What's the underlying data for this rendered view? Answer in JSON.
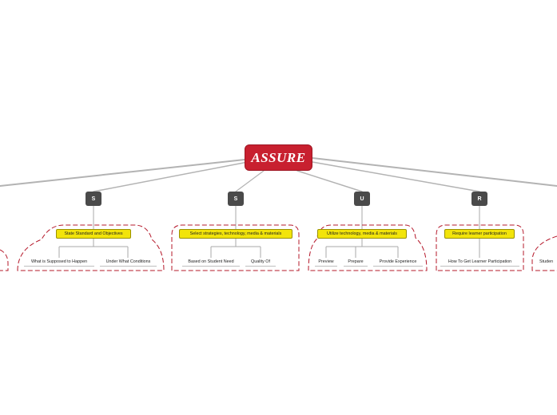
{
  "root": {
    "label": "ASSURE"
  },
  "branches": [
    {
      "letter": "S",
      "topic": "State Standard and Objectives",
      "leaves": [
        "What is Supposed to Happen",
        "Under What Conditions"
      ]
    },
    {
      "letter": "S",
      "topic": "Select strategies, technology, media & materials",
      "leaves": [
        "Based on Student Need",
        "Quality Of"
      ]
    },
    {
      "letter": "U",
      "topic": "Utilize technology, media & materials",
      "leaves": [
        "Preview",
        "Prepare",
        "Provide Experience"
      ]
    },
    {
      "letter": "R",
      "topic": "Require learner participation",
      "leaves": [
        "How To Get Learner Participation"
      ]
    }
  ],
  "offscreen": {
    "right_leaf_partial": "Studen"
  },
  "colors": {
    "root": "#c8202f",
    "letter_node": "#4a4a4a",
    "topic_fill": "#f2e40a",
    "boundary_dash": "#b5182a",
    "connector": "#a8a8a8"
  }
}
